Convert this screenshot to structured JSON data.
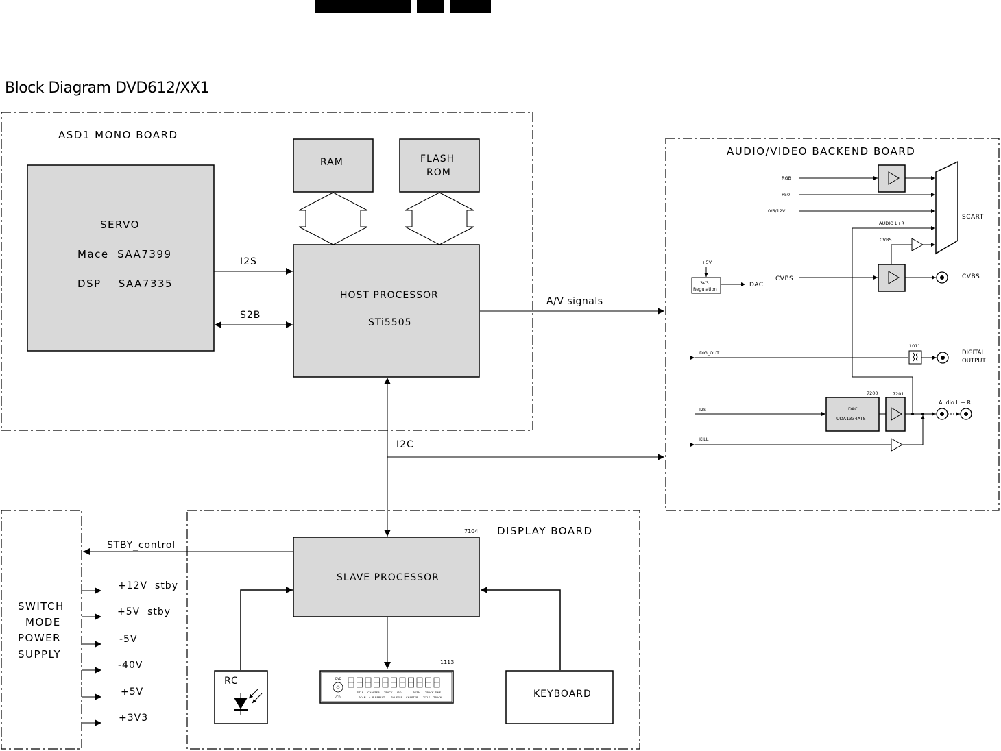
{
  "title": "Block Diagram DVD612/XX1",
  "asd1_board": {
    "label": "ASD1 MONO BOARD",
    "servo": {
      "line1": "SERVO",
      "line2": "Mace  SAA7399",
      "line3": "DSP    SAA7335"
    },
    "ram": "RAM",
    "flash_rom": {
      "line1": "FLASH",
      "line2": "ROM"
    },
    "host": {
      "line1": "HOST PROCESSOR",
      "line2": "STi5505"
    },
    "i2s": "I2S",
    "s2b": "S2B"
  },
  "av_signals": "A/V signals",
  "i2c": "I2C",
  "av_board": {
    "label": "AUDIO/VIDEO BACKEND BOARD",
    "rgb": "RGB",
    "p50": "P50",
    "v0612": "0/6/12V",
    "audio_lr": "AUDIO L+R",
    "cvbs_upper": "CVBS",
    "scart": "SCART",
    "plus5v": "+5V",
    "reg_line1": "3V3",
    "reg_line2": "Regulation",
    "dac_out": "DAC",
    "cvbs_in": "CVBS",
    "cvbs_out": "CVBS",
    "dig_out": "DIG_OUT",
    "ref_1011": "1011",
    "digital_output_1": "DIGITAL",
    "digital_output_2": "OUTPUT",
    "ref_7200": "7200",
    "ref_7201": "7201",
    "dac_l1": "DAC",
    "dac_l2": "UDA1334ATS",
    "audio_out": "Audio L + R",
    "i2s_in": "I2S",
    "kill": "KILL"
  },
  "display_board": {
    "label": "DISPLAY BOARD",
    "ref_7104": "7104",
    "slave": "SLAVE PROCESSOR",
    "rc": "RC",
    "ref_1113": "1113",
    "keyboard": "KEYBOARD",
    "stby_control": "STBY_control",
    "vfd": {
      "top": [
        "TITLE",
        "CHAPTER",
        "TRACK",
        "ISO",
        "TOTAL",
        "TRACK",
        "TIME"
      ],
      "bottom": [
        "SCAN",
        "A -B REPEAT",
        "SHUFFLE",
        "CHAPTER",
        "TITLE",
        "TRACK"
      ],
      "disc": "VCD",
      "tag": "DVD"
    }
  },
  "psu": {
    "line1": "SWITCH",
    "line2": "MODE",
    "line3": "POWER",
    "line4": "SUPPLY",
    "outputs": [
      "+12V  stby",
      "+5V  stby",
      "-5V",
      "-40V",
      "+5V",
      "+3V3"
    ]
  }
}
